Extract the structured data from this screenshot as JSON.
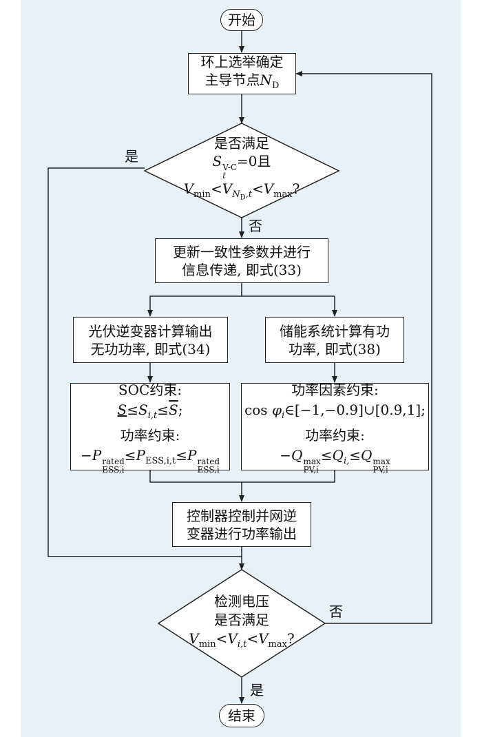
{
  "nodes": {
    "start": "开始",
    "select": {
      "line1": "环上选举确定",
      "line2_text": "主导节点",
      "line2_var": "N",
      "line2_sub": "D"
    },
    "decision1": {
      "line1": "是否满足",
      "s_var": "S",
      "s_sup": "V-C",
      "s_sub": "t",
      "s_tail": "=0且",
      "v_min": "V",
      "v_min_sub": "min",
      "lt": "<",
      "v_nd": "V",
      "v_nd_sub": "N",
      "v_nd_subsub": "D",
      "v_nd_t": ",t",
      "v_max": "V",
      "v_max_sub": "max",
      "q": "?"
    },
    "update": {
      "line1": "更新一致性参数并进行",
      "line2": "信息传递, 即式(33)"
    },
    "pv_calc": {
      "line1": "光伏逆变器计算输出",
      "line2": "无功功率, 即式(34)"
    },
    "ess_calc": {
      "line1": "储能系统计算有功",
      "line2": "功率, 即式(38)"
    },
    "soc": {
      "title": "SOC约束:",
      "s_low": "S",
      "le": "≤",
      "s_mid": "S",
      "s_mid_sub": "i,t",
      "s_high": "S",
      "semi": ";",
      "title2": "功率约束:",
      "neg": "−",
      "p": "P",
      "rated": "rated",
      "ess_i": "ESS,i",
      "ess_it": "ESS,i,t"
    },
    "pf": {
      "title": "功率因素约束:",
      "cos": "cos ",
      "phi": "φ",
      "phi_sub": "i",
      "range": "∈[−1,−0.9]∪[0.9,1];",
      "title2": "功率约束:",
      "neg": "−",
      "q": "Q",
      "max": "max",
      "pv_i": "PV,i",
      "q_sub": "i,",
      "le": "≤"
    },
    "control": {
      "line1": "控制器控制并网逆",
      "line2": "变器进行功率输出"
    },
    "decision2": {
      "line1": "检测电压",
      "line2": "是否满足",
      "v_min": "V",
      "v_min_sub": "min",
      "lt": "<",
      "v_it": "V",
      "v_it_sub": "i,t",
      "v_max": "V",
      "v_max_sub": "max",
      "q": "?"
    },
    "end": "结束"
  },
  "edge_labels": {
    "d1_yes": "是",
    "d1_no": "否",
    "d2_no": "否",
    "d2_yes": "是"
  }
}
